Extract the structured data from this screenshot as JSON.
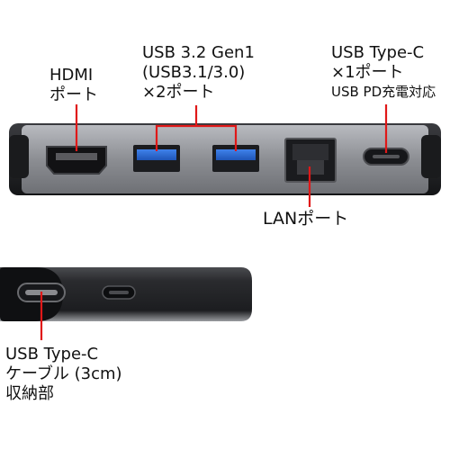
{
  "labels": {
    "hdmi": [
      "HDMI",
      "ポート"
    ],
    "usb_a": [
      "USB 3.2 Gen1",
      "(USB3.1/3.0)",
      "×2ポート"
    ],
    "usb_c": [
      "USB Type-C",
      "×1ポート",
      "USB PD充電対応"
    ],
    "lan": "LANポート",
    "cable": [
      "USB Type-C",
      "ケーブル (3cm)",
      "収納部"
    ]
  },
  "icons": {
    "hdmi_port": "hdmi-port-icon",
    "usb_a_port": "usb-a-port-icon",
    "usb_c_port": "usb-c-port-icon",
    "lan_port": "rj45-port-icon"
  },
  "colors": {
    "accent_line": "#e01818",
    "usb_blue": "#2f6fd6",
    "body_silver": "#8e9095",
    "body_dark": "#2a2b2e"
  }
}
